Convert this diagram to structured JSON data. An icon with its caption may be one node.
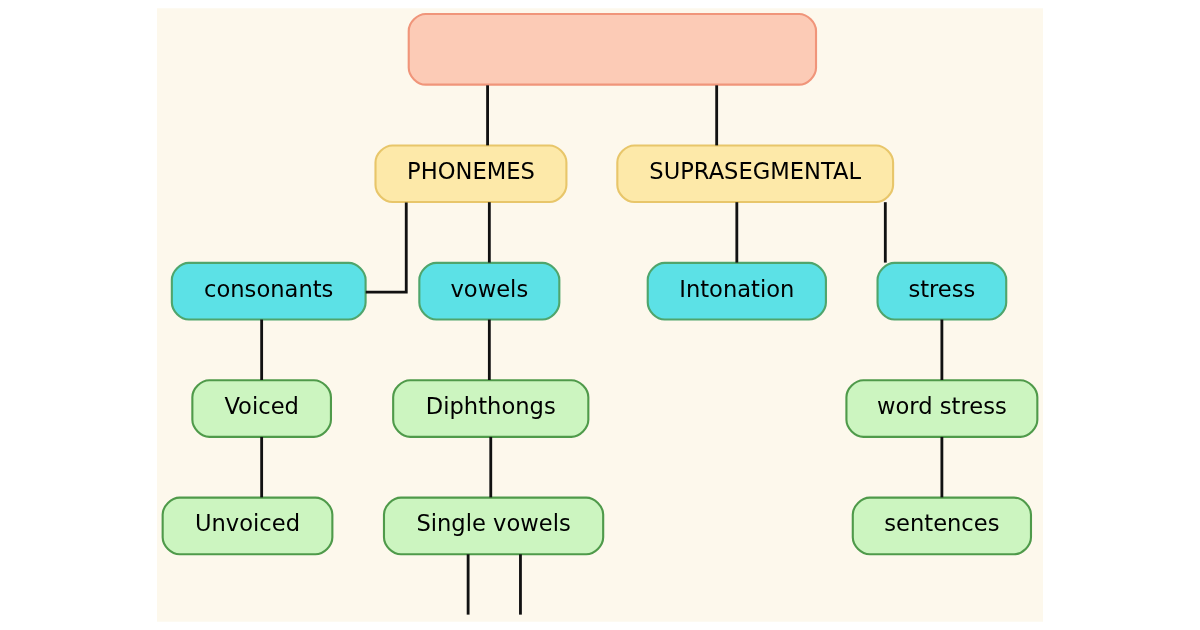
{
  "diagram": {
    "nodes": [
      {
        "text": [],
        "shape": "box"
      },
      {
        "text": [
          "PHONEMES"
        ]
      },
      {
        "text": [
          "SUPRASEGMENTAL"
        ]
      },
      {
        "text": [
          "consonants"
        ]
      },
      {
        "text": [
          "vowels"
        ]
      },
      {
        "text": [
          "Intonation"
        ]
      },
      {
        "text": [
          "stress"
        ]
      },
      {
        "text": [
          "Diphthongs"
        ]
      },
      {
        "text": [
          "Voiced"
        ]
      },
      {
        "text": [
          "Unvoiced"
        ]
      },
      {
        "text": [
          "Single vowels"
        ]
      },
      {
        "text": [
          "word stress"
        ]
      },
      {
        "text": [
          "sentences"
        ]
      }
    ],
    "edges": [
      {
        "from": 0,
        "to": 1,
        "arrow": "none"
      },
      {
        "from": 0,
        "to": 2,
        "arrow": "none"
      },
      {
        "from": 1,
        "to": 3,
        "arrow": "none"
      },
      {
        "from": 1,
        "to": 4,
        "arrow": "none"
      },
      {
        "from": 2,
        "to": 5,
        "arrow": "none"
      },
      {
        "from": 2,
        "to": 6,
        "arrow": "none"
      },
      {
        "from": 3,
        "to": 8,
        "arrow": "none"
      },
      {
        "from": 8,
        "to": 9,
        "arrow": "none"
      },
      {
        "from": 4,
        "to": 7,
        "arrow": "none"
      },
      {
        "from": 7,
        "to": 10,
        "arrow": "none"
      },
      {
        "from": 10,
        "to": null,
        "arrow": "none"
      },
      {
        "from": 10,
        "to": null,
        "arrow": "none"
      },
      {
        "from": 6,
        "to": 11,
        "arrow": "none"
      },
      {
        "from": 11,
        "to": 12,
        "arrow": "none"
      }
    ]
  }
}
